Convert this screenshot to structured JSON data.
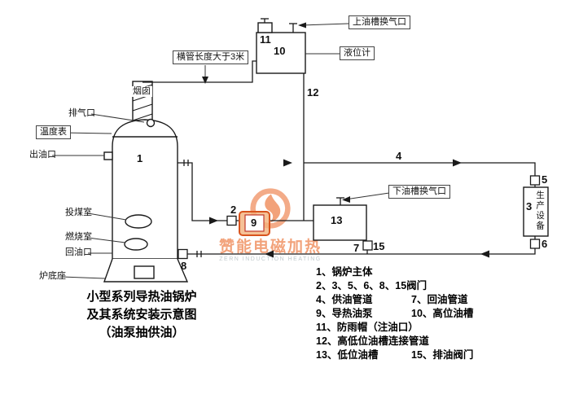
{
  "watermark": {
    "name": "赞能电磁加热",
    "sub": "ZERN INDUCTION HEATING",
    "accent": "#e8570f"
  },
  "title": {
    "line1": "小型系列导热油锅炉",
    "line2": "及其系统安装示意图",
    "line3": "（油泵抽供油）"
  },
  "callouts": {
    "upper_tank_vent": "上油槽换气口",
    "level_gauge": "液位计",
    "pipe_length_note": "横管长度大于3米",
    "lower_tank_vent": "下油槽换气口"
  },
  "boiler": {
    "chimney": "烟囱",
    "exhaust_port": "排气口",
    "thermometer": "温度表",
    "oil_outlet": "出油口",
    "coal_chamber": "投煤室",
    "combustion_chamber": "燃烧室",
    "oil_return": "回油口",
    "furnace_base": "炉底座"
  },
  "equipment_label": "生产设备",
  "nums": {
    "n1": "1",
    "n2": "2",
    "n3": "3",
    "n4": "4",
    "n5": "5",
    "n6": "6",
    "n7": "7",
    "n8": "8",
    "n9": "9",
    "n10": "10",
    "n11": "11",
    "n12": "12",
    "n13": "13",
    "n15": "15"
  },
  "legend": {
    "rows": [
      {
        "a": "1、锅炉主体",
        "b": ""
      },
      {
        "a": "2、3、5、6、8、15阀门",
        "b": ""
      },
      {
        "a": "4、供油管道",
        "b": "7、回油管道"
      },
      {
        "a": "9、导热油泵",
        "b": "10、高位油槽"
      },
      {
        "a": "11、防雨帽（注油口）",
        "b": ""
      },
      {
        "a": "12、高低位油槽连接管道",
        "b": ""
      },
      {
        "a": "13、低位油槽",
        "b": "15、排油阀门"
      }
    ]
  }
}
